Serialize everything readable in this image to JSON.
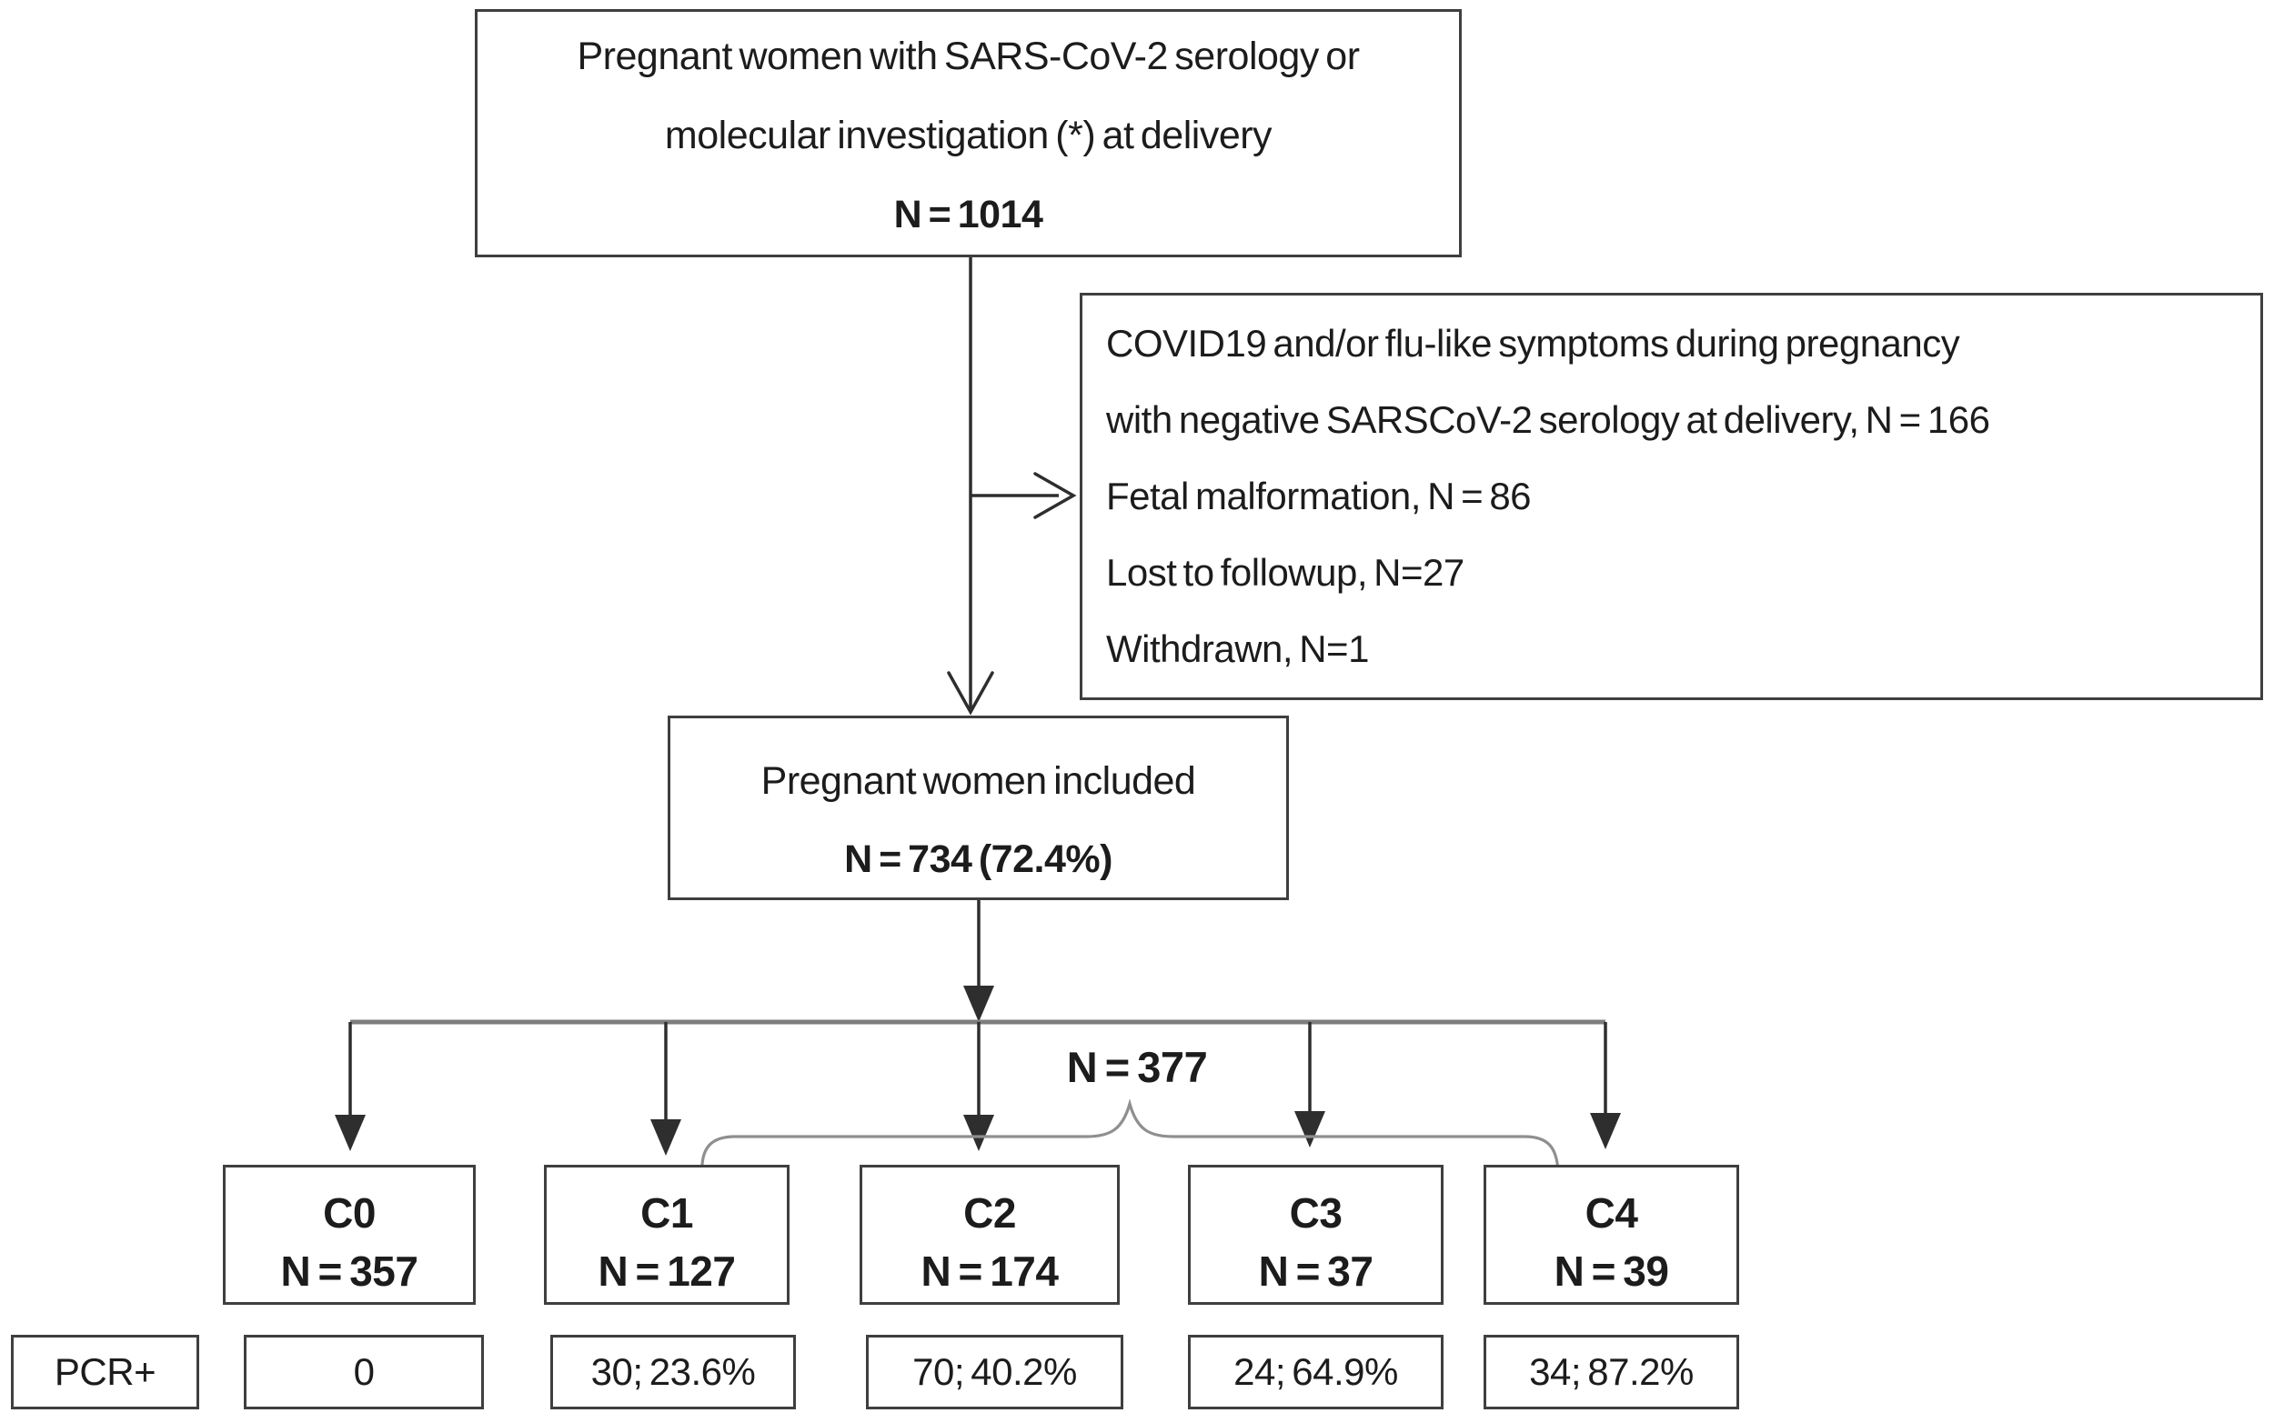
{
  "figure": {
    "eligible_box": {
      "line1": "Pregnant women with SARS-CoV-2 serology or",
      "line2": "molecular investigation (*) at delivery",
      "n": "N = 1014"
    },
    "exclusion_box": {
      "lines": [
        "COVID19 and/or flu-like symptoms during pregnancy",
        "with negative SARSCoV-2 serology at delivery, N = 166",
        "Fetal malformation, N = 86",
        "Lost to followup, N=27",
        "Withdrawn, N=1"
      ]
    },
    "included_box": {
      "line1": "Pregnant women included",
      "n": "N = 734 (72.4%)"
    },
    "subgroup_total_label": "N = 377",
    "pcr_row_label": "PCR+",
    "groups": [
      {
        "label": "C0",
        "n": "N = 357",
        "pcr": "0"
      },
      {
        "label": "C1",
        "n": "N = 127",
        "pcr": "30; 23.6%"
      },
      {
        "label": "C2",
        "n": "N = 174",
        "pcr": "70; 40.2%"
      },
      {
        "label": "C3",
        "n": "N = 37",
        "pcr": "24; 64.9%"
      },
      {
        "label": "C4",
        "n": "N = 39",
        "pcr": "34; 87.2%"
      }
    ],
    "colors": {
      "text": "#1c1c1c",
      "border": "#3f3f3f",
      "line": "#2e2e2e",
      "gray_line": "#8f8f8f",
      "background": "#ffffff"
    }
  }
}
